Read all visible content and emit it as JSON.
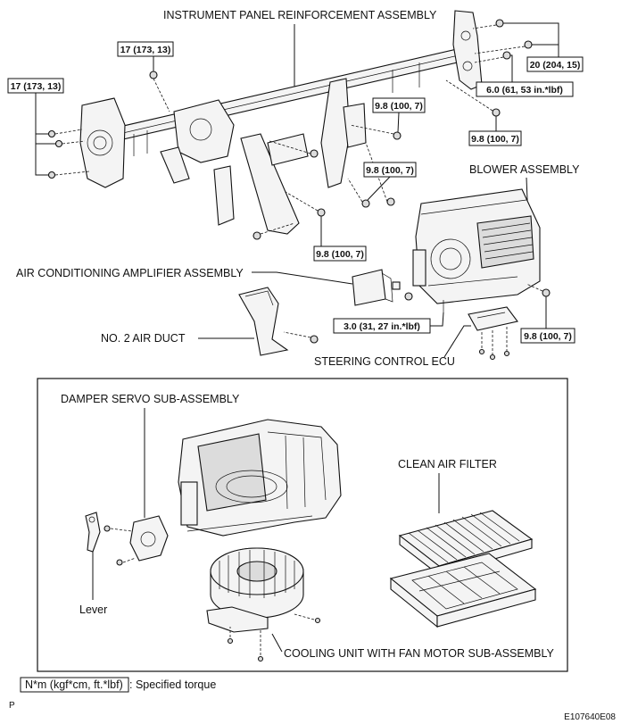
{
  "labels": {
    "instrument_panel": "INSTRUMENT PANEL REINFORCEMENT ASSEMBLY",
    "blower_assembly": "BLOWER ASSEMBLY",
    "ac_amplifier": "AIR CONDITIONING AMPLIFIER ASSEMBLY",
    "no2_air_duct": "NO. 2 AIR DUCT",
    "steering_ecu": "STEERING CONTROL ECU",
    "damper_servo": "DAMPER SERVO SUB-ASSEMBLY",
    "clean_air_filter": "CLEAN AIR FILTER",
    "lever": "Lever",
    "cooling_unit": "COOLING UNIT WITH FAN MOTOR SUB-ASSEMBLY"
  },
  "torques": {
    "t17_left": "17 (173, 13)",
    "t17_top": "17 (173, 13)",
    "t20": "20 (204, 15)",
    "t6": "6.0 (61, 53 in.*lbf)",
    "t98_a": "9.8 (100, 7)",
    "t98_b": "9.8 (100, 7)",
    "t98_c": "9.8 (100, 7)",
    "t98_d": "9.8 (100, 7)",
    "t98_e": "9.8 (100, 7)",
    "t3": "3.0 (31, 27 in.*lbf)"
  },
  "legend": {
    "unit": "N*m (kgf*cm, ft.*lbf)",
    "text": ": Specified torque"
  },
  "footer": {
    "left_code": "P",
    "figure_id": "E107640E08"
  }
}
